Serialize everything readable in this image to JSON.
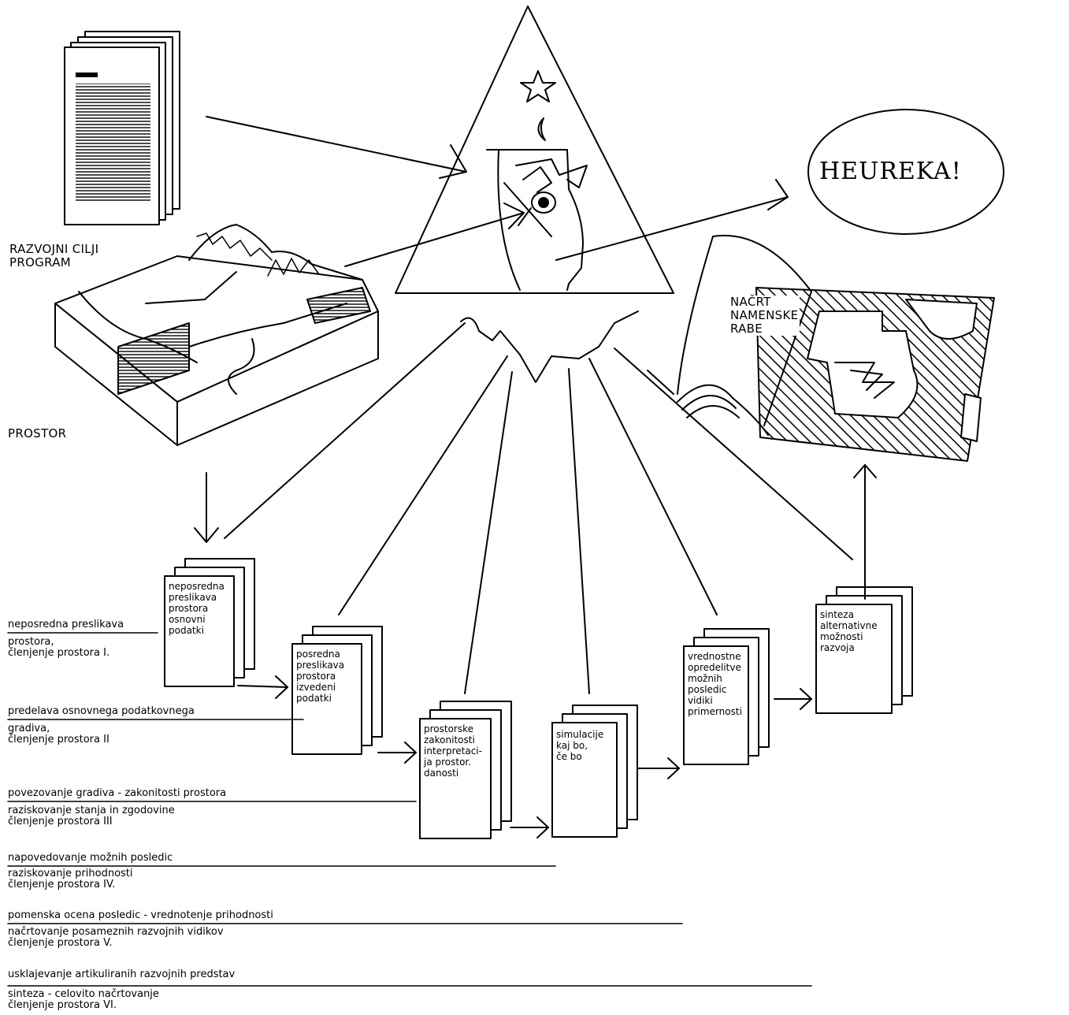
{
  "labels": {
    "goals_program": "RAZVOJNI CILJI\nPROGRAM",
    "space": "PROSTOR",
    "heureka": "HEUREKA!",
    "plan": "NAČRT\nNAMENSKE\nRABE"
  },
  "documents": [
    {
      "text": "neposredna\npreslikava\nprostora\nosnovni\npodatki"
    },
    {
      "text": "posredna\npreslikava\nprostora\nizvedeni\npodatki"
    },
    {
      "text": "prostorske\nzakonitosti\ninterpretaci-\nja prostor.\ndanosti"
    },
    {
      "text": "simulacije\nkaj bo,\nče bo"
    },
    {
      "text": "vrednostne\nopredelitve\nmožnih\nposledic\nvidiki\nprimernosti"
    },
    {
      "text": "sinteza\nalternativne\nmožnosti\nrazvoja"
    }
  ],
  "stages": [
    {
      "title": "neposredna preslikava",
      "desc": "prostora,\nčlenjenje prostora I."
    },
    {
      "title": "predelava osnovnega podatkovnega",
      "desc": "gradiva,\nčlenjenje prostora II"
    },
    {
      "title": "povezovanje gradiva - zakonitosti prostora",
      "desc": "raziskovanje stanja in zgodovine\nčlenjenje prostora III"
    },
    {
      "title": "napovedovanje možnih posledic",
      "desc": "raziskovanje prihodnosti\nčlenjenje prostora IV."
    },
    {
      "title": "pomenska ocena posledic - vrednotenje prihodnosti",
      "desc": "načrtovanje posameznih razvojnih vidikov\nčlenjenje prostora V."
    },
    {
      "title": "usklajevanje artikuliranih razvojnih predstav",
      "desc": "sinteza - celovito načrtovanje\nčlenjenje prostora VI."
    }
  ]
}
